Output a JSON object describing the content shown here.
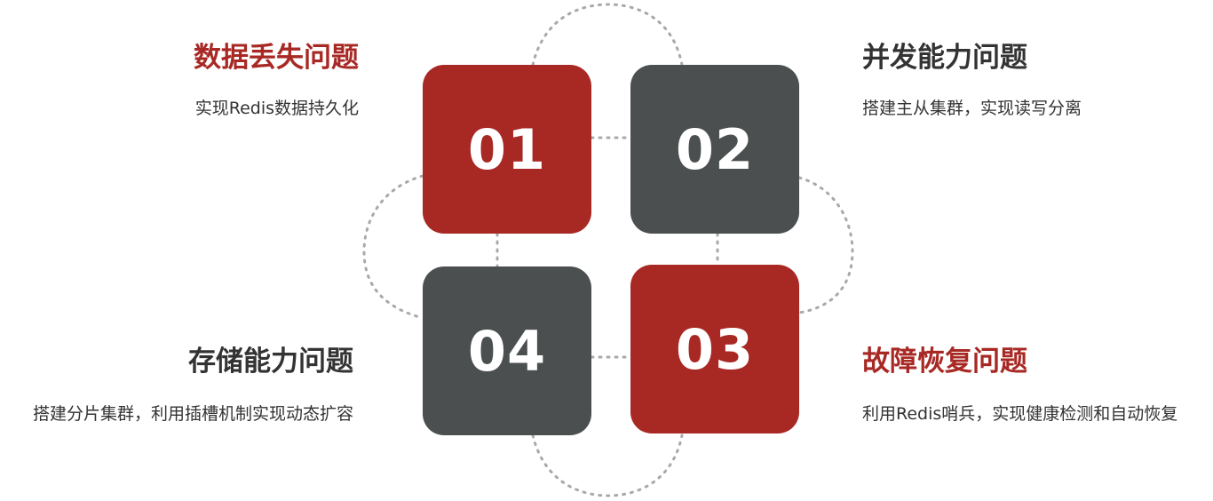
{
  "colors": {
    "red": "#a82824",
    "gray": "#4b4f4f",
    "connector": "#a9a9a9"
  },
  "tiles": [
    {
      "number": "01",
      "color": "red"
    },
    {
      "number": "02",
      "color": "gray"
    },
    {
      "number": "03",
      "color": "red"
    },
    {
      "number": "04",
      "color": "gray"
    }
  ],
  "items": {
    "data_loss": {
      "title": "数据丢失问题",
      "description": "实现Redis数据持久化"
    },
    "concurrency": {
      "title": "并发能力问题",
      "description": "搭建主从集群，实现读写分离"
    },
    "fault_recovery": {
      "title": "故障恢复问题",
      "description": "利用Redis哨兵，实现健康检测和自动恢复"
    },
    "storage": {
      "title": "存储能力问题",
      "description": "搭建分片集群，利用插槽机制实现动态扩容"
    }
  }
}
